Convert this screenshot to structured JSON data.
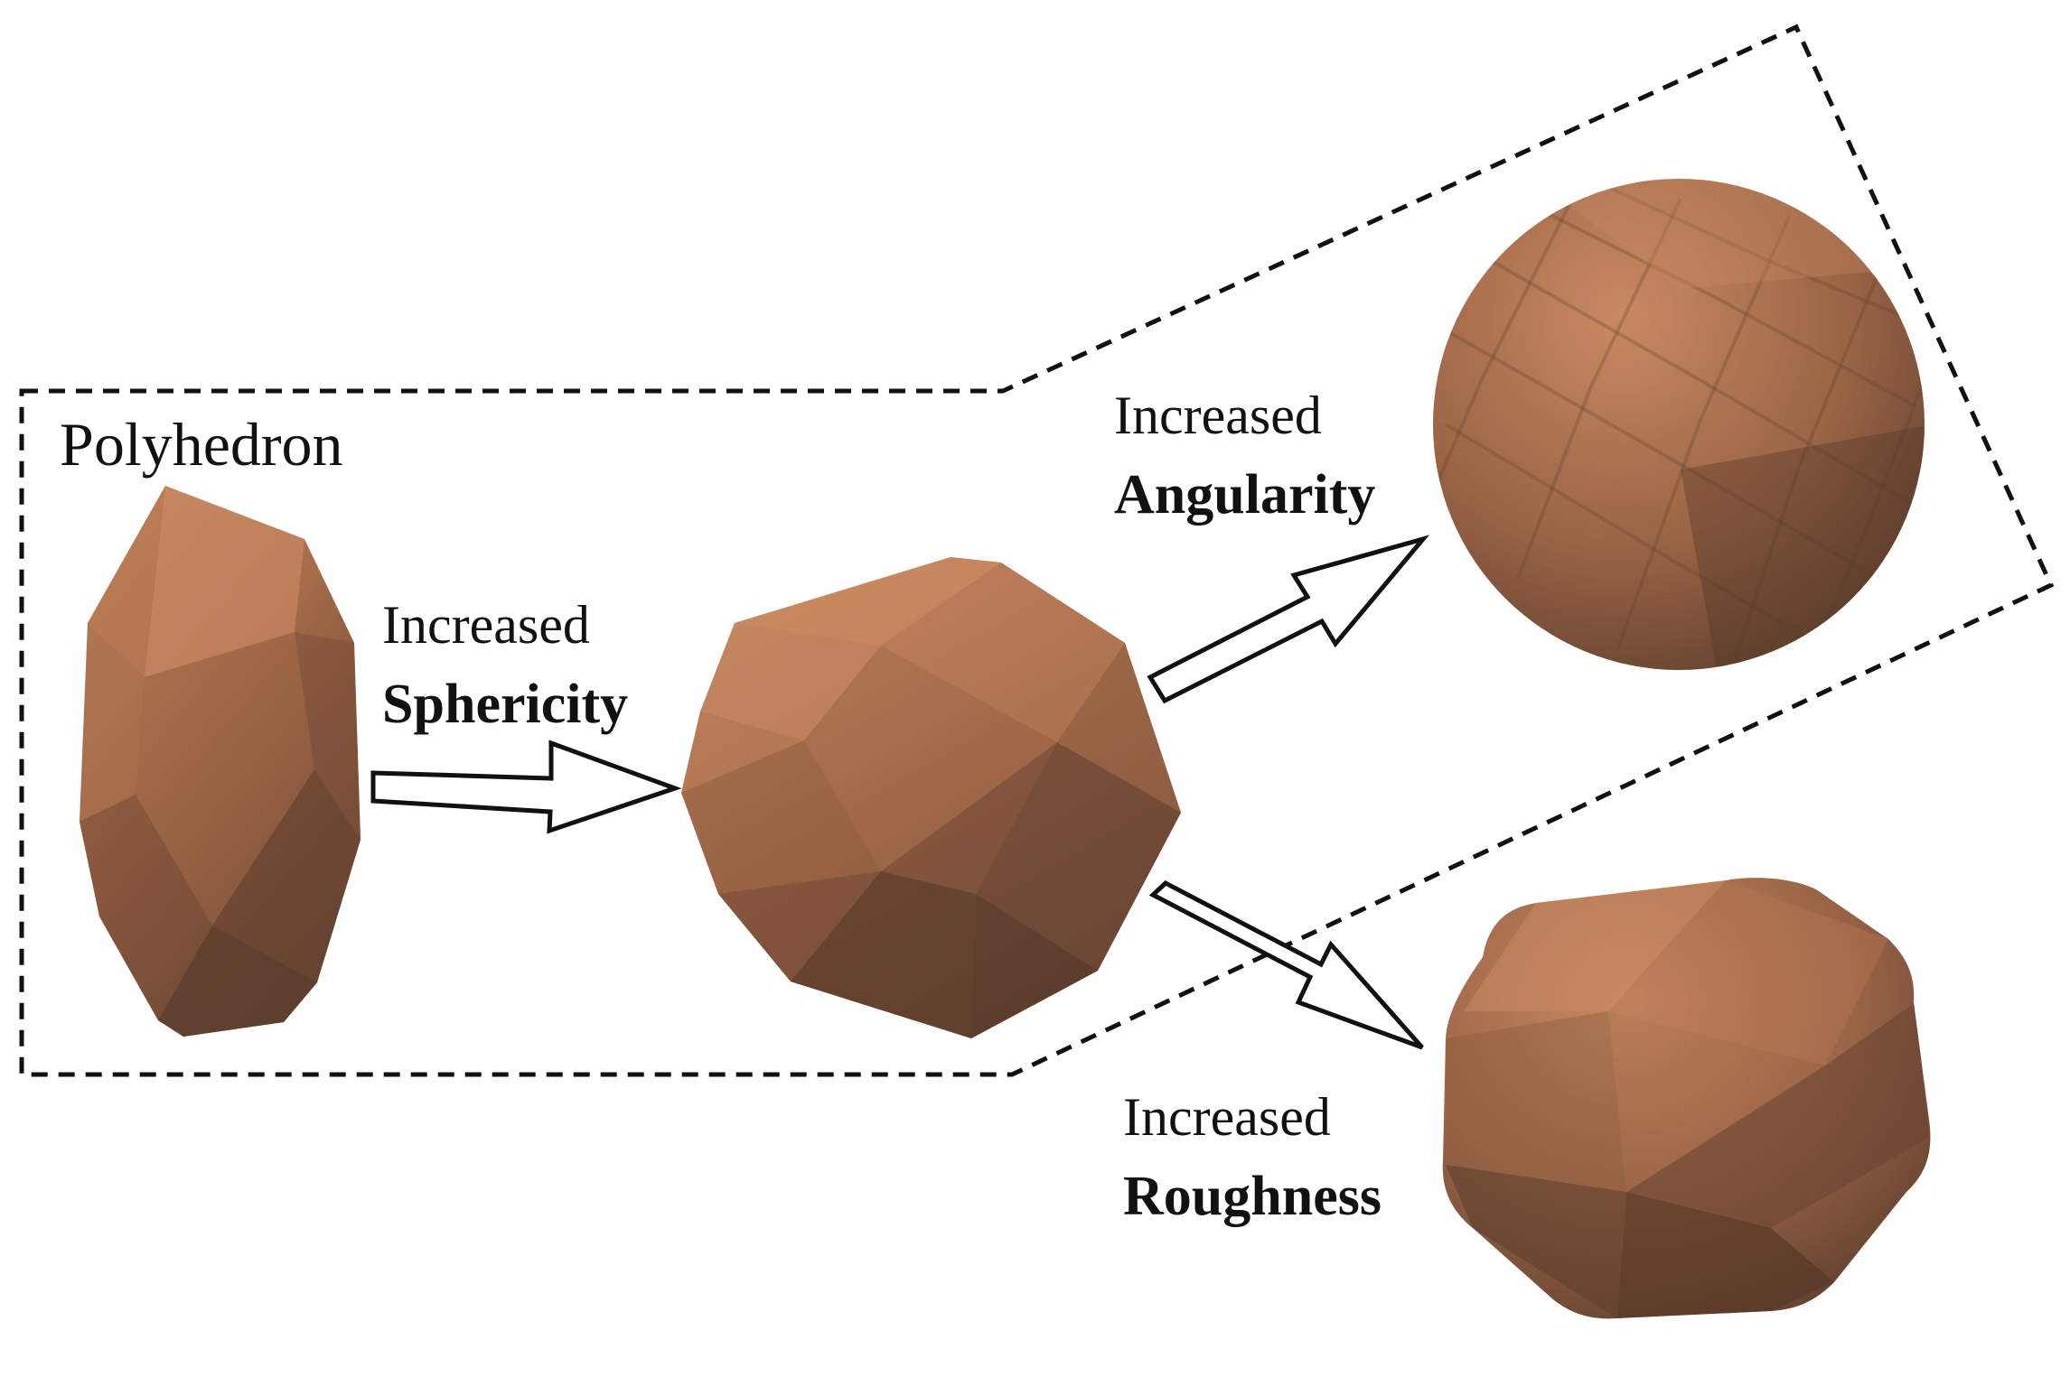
{
  "title": "Polyhedron",
  "transitions": [
    {
      "prefix": "Increased",
      "property": "Sphericity"
    },
    {
      "prefix": "Increased",
      "property": "Angularity"
    },
    {
      "prefix": "Increased",
      "property": "Roughness"
    }
  ],
  "colors": {
    "particle_light": "#C98A62",
    "particle_mid": "#A46A49",
    "particle_dark": "#5E3F2E",
    "outline": "#111111"
  }
}
